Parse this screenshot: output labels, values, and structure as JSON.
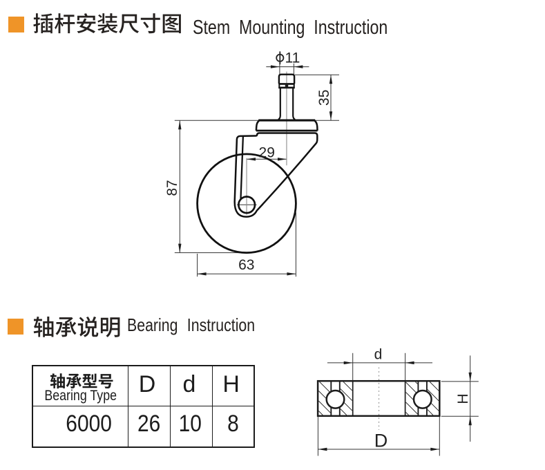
{
  "page": {
    "background": "#ffffff",
    "accent_orange": "#ef9428",
    "ink": "#1c1c1c"
  },
  "sections": [
    {
      "title_zh": "插杆安装尺寸图",
      "title_en": "Stem Mounting Instruction"
    },
    {
      "title_zh": "轴承说明",
      "title_en": "Bearing Instruction"
    }
  ],
  "stem_drawing": {
    "type": "technical-drawing",
    "dims": {
      "stem_diameter_symbol": "φ",
      "stem_diameter": "11",
      "stem_length": "35",
      "swivel_offset": "29",
      "overall_height": "87",
      "wheel_diameter": "63"
    }
  },
  "bearing_drawing": {
    "labels": {
      "inner_diameter": "d",
      "outer_diameter": "D",
      "width": "H"
    }
  },
  "bearing_table": {
    "header": {
      "type_zh": "轴承型号",
      "type_en": "Bearing Type",
      "cols": [
        "D",
        "d",
        "H"
      ]
    },
    "rows": [
      [
        "6000",
        "26",
        "10",
        "8"
      ]
    ]
  }
}
